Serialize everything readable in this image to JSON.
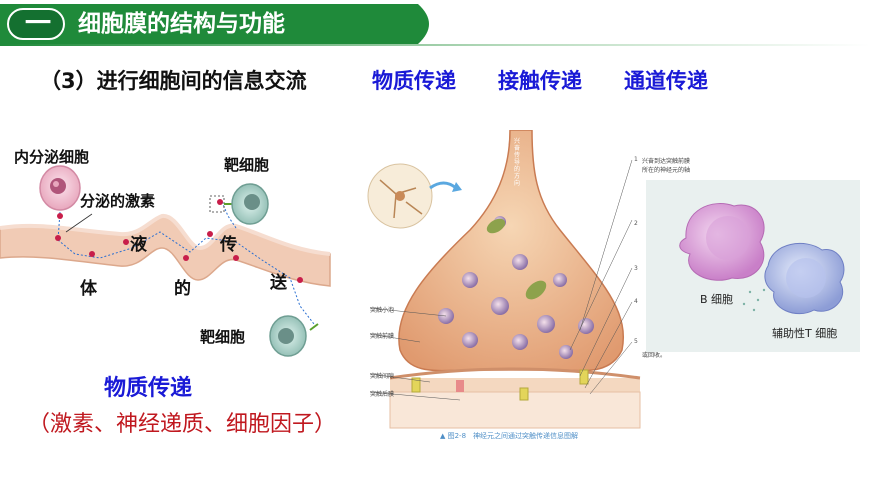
{
  "header": {
    "section_number": "一",
    "title": "细胞膜的结构与功能"
  },
  "subtitle": {
    "text": "（3）进行细胞间的信息交流",
    "ways": [
      "物质传递",
      "接触传递",
      "通道传递"
    ]
  },
  "left_diagram": {
    "endocrine_cell": "内分泌细胞",
    "secreted_hormone": "分泌的激素",
    "target_cell_top": "靶细胞",
    "target_cell_bottom": "靶细胞",
    "flow_chars": [
      "体",
      "液",
      "的",
      "传",
      "送"
    ]
  },
  "bottom": {
    "title": "物质传递",
    "examples": "（激素、神经递质、细胞因子）"
  },
  "synapse": {
    "vertical_text": "兴奋传导的方向",
    "step1_a": "兴奋到达突触前膜",
    "step1_b": "所在的神经元的轴",
    "labels": [
      "突触小泡",
      "突触前膜",
      "突触间隙",
      "突触后膜"
    ],
    "step_numbers": [
      "1",
      "2",
      "3",
      "4",
      "5"
    ],
    "side_text": "或回收。",
    "caption": "▲ 图2-8　神经元之间通过突触传递信息图解"
  },
  "immune": {
    "b_cell": "B 细胞",
    "t_cell": "辅助性T 细胞"
  },
  "colors": {
    "banner_green": "#1f8a3a",
    "heading_blue": "#1a1ad6",
    "example_red": "#c0181f"
  }
}
